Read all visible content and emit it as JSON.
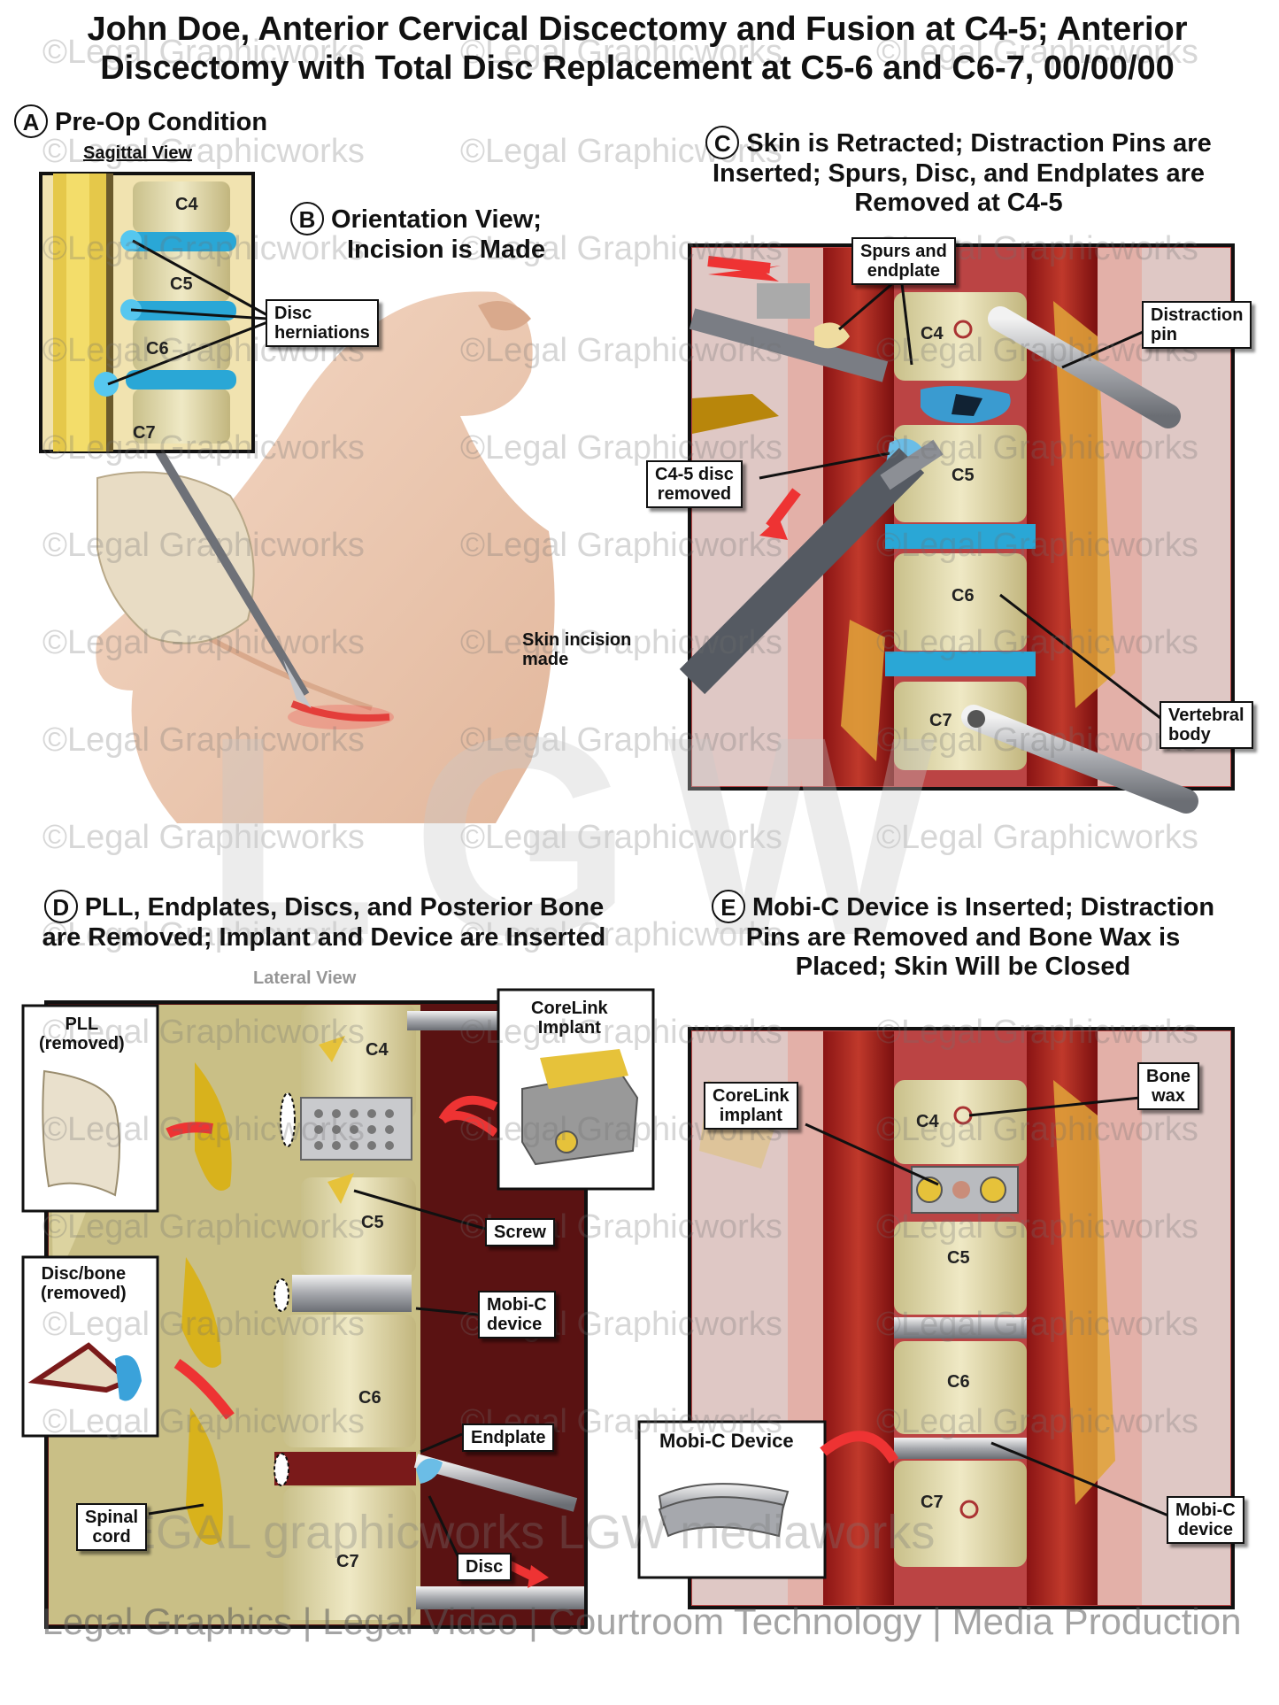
{
  "title": {
    "line1": "John Doe, Anterior Cervical Discectomy and Fusion at C4-5; Anterior",
    "line2": "Discectomy with Total Disc Replacement at C5-6 and C6-7, 00/00/00"
  },
  "panelA": {
    "letter": "A",
    "heading": "Pre-Op Condition",
    "view": "Sagittal View",
    "vertebrae": [
      "C4",
      "C5",
      "C6",
      "C7"
    ],
    "label": [
      "Disc",
      "herniations"
    ]
  },
  "panelB": {
    "letter": "B",
    "heading": [
      "Orientation View;",
      "Incision is Made"
    ],
    "label": [
      "Skin incision",
      "made"
    ]
  },
  "panelC": {
    "letter": "C",
    "heading": [
      "Skin is Retracted; Distraction Pins are",
      "Inserted; Spurs, Disc, and Endplates are",
      "Removed at C4-5"
    ],
    "vertebrae": [
      "C4",
      "C5",
      "C6",
      "C7"
    ],
    "labels": {
      "spurs": [
        "Spurs and",
        "endplate"
      ],
      "pin": [
        "Distraction",
        "pin"
      ],
      "disc": [
        "C4-5 disc",
        "removed"
      ],
      "body": [
        "Vertebral",
        "body"
      ]
    }
  },
  "panelD": {
    "letter": "D",
    "heading": [
      "PLL, Endplates, Discs, and Posterior Bone",
      "are Removed; Implant and Device are Inserted"
    ],
    "view": "Lateral View",
    "vertebrae": [
      "C4",
      "C5",
      "C6",
      "C7"
    ],
    "labels": {
      "pll": [
        "PLL",
        "(removed)"
      ],
      "corelink": [
        "CoreLink",
        "Implant"
      ],
      "screw": "Screw",
      "disc_bone": [
        "Disc/bone",
        "(removed)"
      ],
      "mobic": [
        "Mobi-C",
        "device"
      ],
      "endplate": "Endplate",
      "spinal": [
        "Spinal",
        "cord"
      ],
      "disc": "Disc"
    }
  },
  "panelE": {
    "letter": "E",
    "heading": [
      "Mobi-C Device is Inserted; Distraction",
      "Pins are Removed and Bone Wax is",
      "Placed; Skin Will be Closed"
    ],
    "vertebrae": [
      "C4",
      "C5",
      "C6",
      "C7"
    ],
    "labels": {
      "corelink": [
        "CoreLink",
        "implant"
      ],
      "bonewax": [
        "Bone",
        "wax"
      ],
      "device_box": "Mobi-C Device",
      "mobic": [
        "Mobi-C",
        "device"
      ]
    }
  },
  "watermark": "©Legal Graphicworks",
  "logo": "LGW",
  "brand_line": "LEGAL graphicworks  LGW mediaworks",
  "footer": "Legal Graphics | Legal Video | Courtroom Technology | Media Production"
}
